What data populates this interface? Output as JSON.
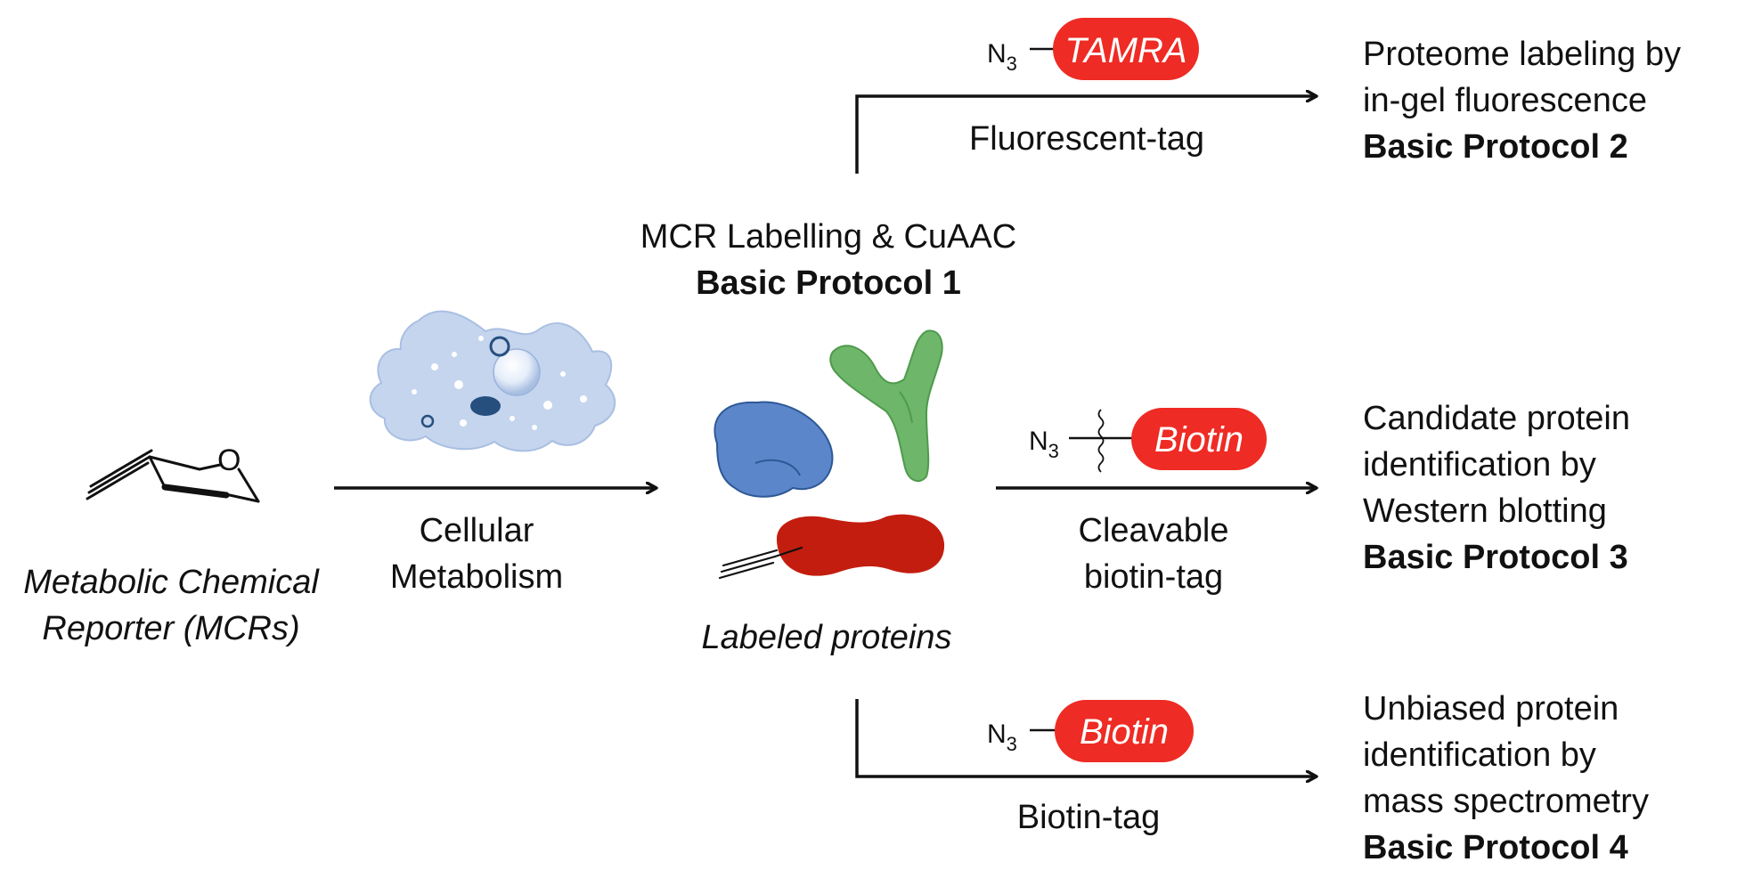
{
  "reporter": {
    "atom_label": "O",
    "caption_line1": "Metabolic Chemical",
    "caption_line2": "Reporter (MCRs)"
  },
  "step_metabolism": {
    "line1": "Cellular",
    "line2": "Metabolism"
  },
  "center": {
    "title_line1": "MCR Labelling & CuAAC",
    "title_line2": "Basic Protocol 1",
    "proteins_caption": "Labeled proteins"
  },
  "branch_fluorescent": {
    "reagent_prefix": "N",
    "reagent_sub": "3",
    "tag": "TAMRA",
    "tag_color": "#ee2b24",
    "arrow_label": "Fluorescent-tag",
    "outcome_line1": "Proteome labeling by",
    "outcome_line2": "in-gel fluorescence",
    "outcome_protocol": "Basic Protocol 2"
  },
  "branch_cleavable": {
    "reagent_prefix": "N",
    "reagent_sub": "3",
    "tag": "Biotin",
    "tag_color": "#ee2b24",
    "arrow_label_line1": "Cleavable",
    "arrow_label_line2": "biotin-tag",
    "outcome_line1": "Candidate protein",
    "outcome_line2": "identification by",
    "outcome_line3": "Western blotting",
    "outcome_protocol": "Basic Protocol 3"
  },
  "branch_biotin": {
    "reagent_prefix": "N",
    "reagent_sub": "3",
    "tag": "Biotin",
    "tag_color": "#ee2b24",
    "arrow_label": "Biotin-tag",
    "outcome_line1": "Unbiased protein",
    "outcome_line2": "identification by",
    "outcome_line3": "mass spectrometry",
    "outcome_protocol": "Basic Protocol 4"
  },
  "colors": {
    "cell_body": "#c5d5ee",
    "cell_nucleus": "#264f7e",
    "protein_blue": "#5b86c9",
    "protein_green": "#6db66a",
    "protein_red": "#c31d0f"
  }
}
